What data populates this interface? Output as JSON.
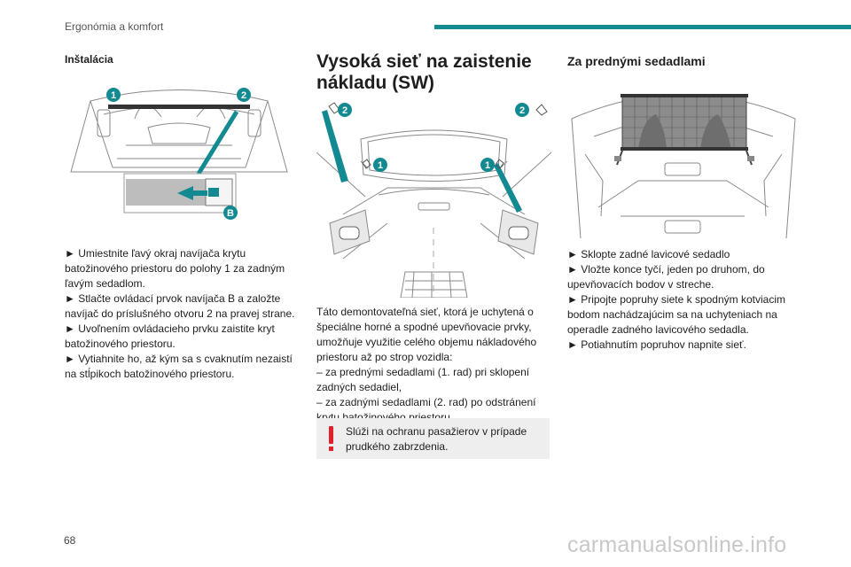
{
  "header": {
    "section_title": "Ergonómia a komfort"
  },
  "col1": {
    "heading": "Inštalácia",
    "markers": {
      "one": "1",
      "two": "2",
      "b": "B"
    },
    "lines": [
      "► Umiestnite ľavý okraj navíjača krytu",
      "batožinového priestoru do polohy 1 za zadným",
      "ľavým sedadlom.",
      "► Stlačte ovládací prvok navíjača B a založte",
      "navíjač do príslušného otvoru 2 na pravej strane.",
      "► Uvoľnením ovládacieho prvku zaistite kryt",
      "batožinového priestoru.",
      "► Vytiahnite ho, až kým sa s cvaknutím nezaistí",
      "na stĺpikoch batožinového priestoru."
    ]
  },
  "col2": {
    "heading_line1": "Vysoká sieť na zaistenie",
    "heading_line2": "nákladu (SW)",
    "markers": {
      "one": "1",
      "two": "2"
    },
    "lines": [
      "Táto demontovateľná sieť, ktorá je uchytená o",
      "špeciálne horné a spodné upevňovacie prvky,",
      "umožňuje využitie celého objemu nákladového",
      "priestoru až po strop vozidla:",
      "–  za prednými sedadlami (1. rad) pri sklopení",
      "zadných sedadiel,",
      "–  za zadnými sedadlami (2. rad) po odstránení",
      "krytu batožinového priestoru."
    ],
    "warning": {
      "line1": "Slúži na ochranu pasažierov v prípade",
      "line2": "prudkého zabrzdenia."
    }
  },
  "col3": {
    "heading": "Za prednými sedadlami",
    "lines": [
      "► Sklopte zadné lavicové sedadlo",
      "► Vložte konce tyčí, jeden po druhom, do",
      "upevňovacích bodov v streche.",
      "► Pripojte popruhy siete k spodným kotviacim",
      "bodom nachádzajúcim sa na uchyteniach na",
      "operadle zadného lavicového sedadla.",
      "► Potiahnutím popruhov napnite sieť."
    ]
  },
  "footer": {
    "page_number": "68",
    "watermark": "carmanualsonline.info"
  },
  "colors": {
    "accent": "#138a91",
    "warning": "#e2202b",
    "line_art": "#8a8a8a"
  }
}
